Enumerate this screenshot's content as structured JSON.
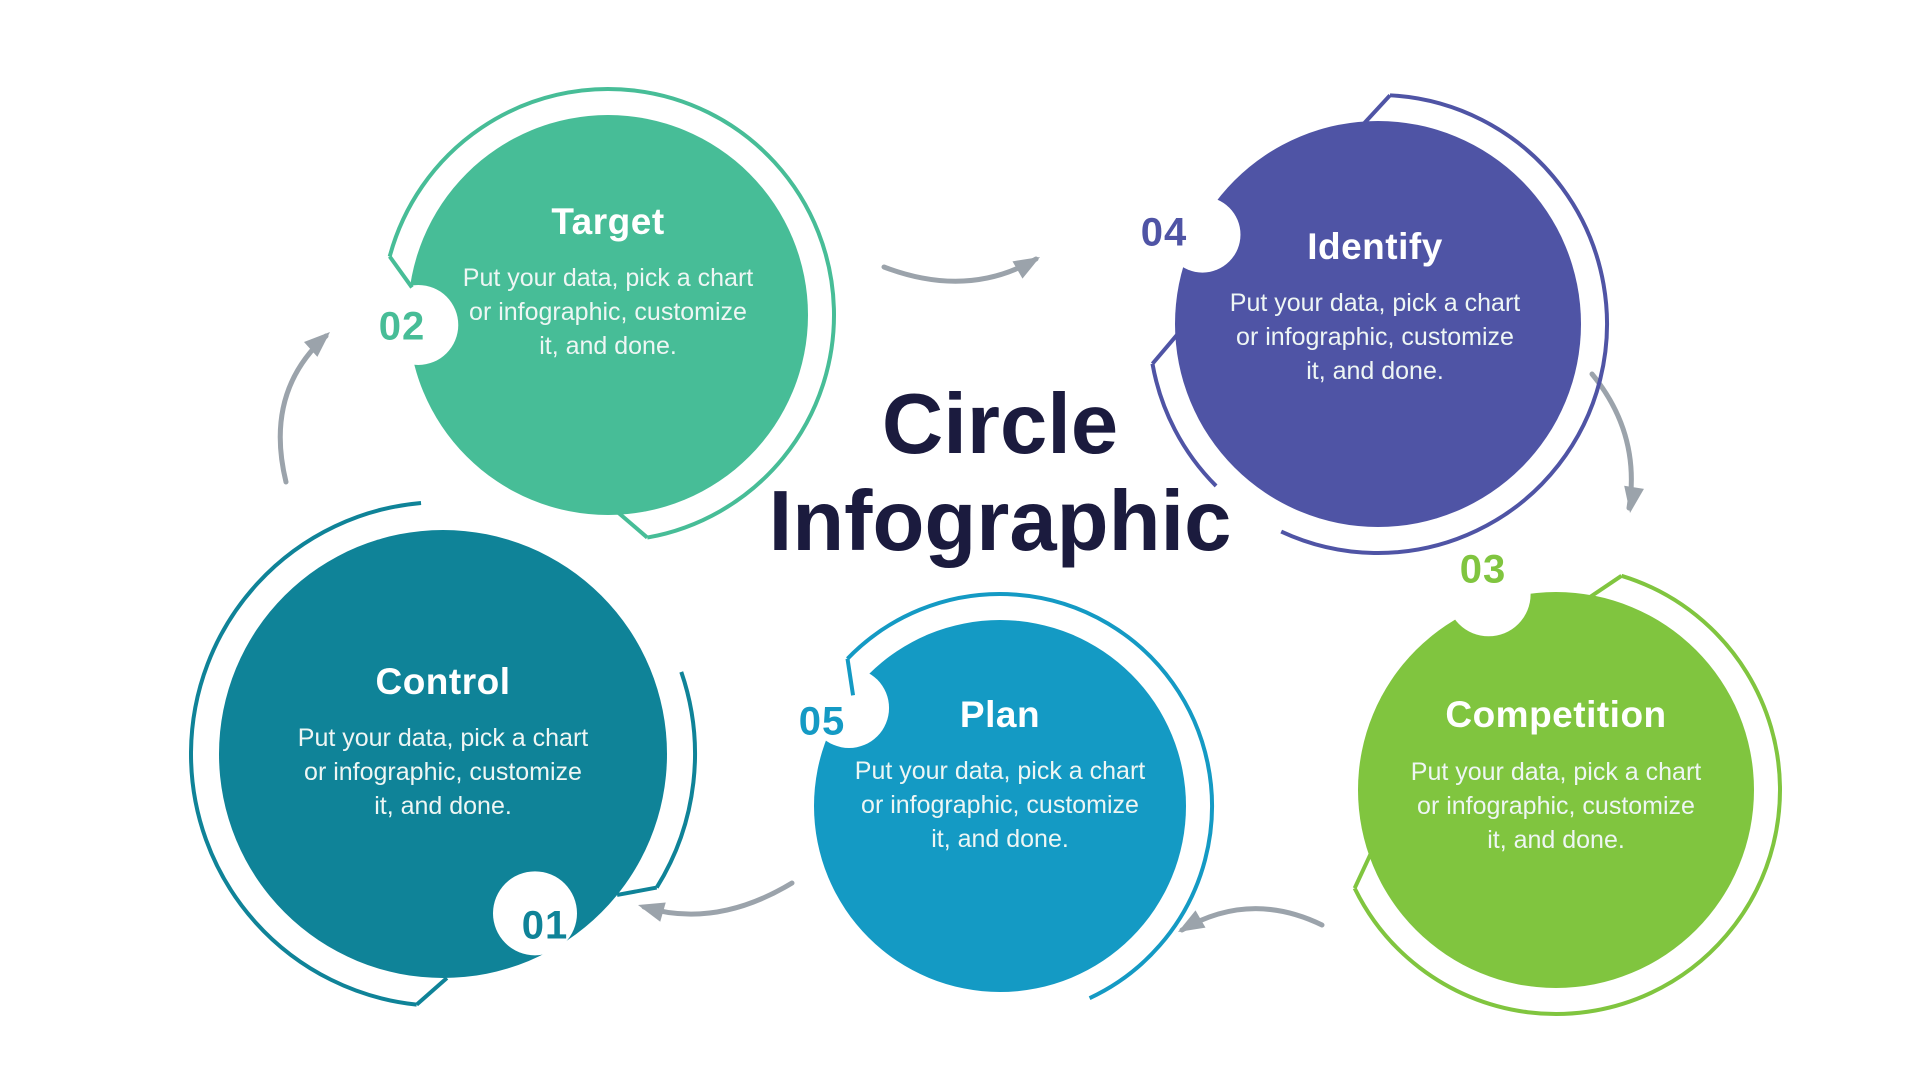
{
  "title": {
    "line1": "Circle",
    "line2": "Infographic",
    "color": "#1b1b3e"
  },
  "background": "#ffffff",
  "arrow_color": "#9ba3ab",
  "steps": [
    {
      "number": "01",
      "label": "Control",
      "color": "#0f8398",
      "desc_lines": [
        "Put your data, pick a chart",
        "or infographic, customize",
        "it, and done."
      ]
    },
    {
      "number": "02",
      "label": "Target",
      "color": "#47bd97",
      "desc_lines": [
        "Put your data, pick a chart",
        "or infographic, customize",
        "it, and done."
      ]
    },
    {
      "number": "03",
      "label": "Competition",
      "color": "#80c53f",
      "desc_lines": [
        "Put your data, pick a chart",
        "or infographic, customize",
        "it, and done."
      ]
    },
    {
      "number": "04",
      "label": "Identify",
      "color": "#4f54a5",
      "desc_lines": [
        "Put your data, pick a chart",
        "or infographic, customize",
        "it, and done."
      ]
    },
    {
      "number": "05",
      "label": "Plan",
      "color": "#149ac4",
      "desc_lines": [
        "Put your data, pick a chart",
        "or infographic, customize",
        "it, and done."
      ]
    }
  ]
}
